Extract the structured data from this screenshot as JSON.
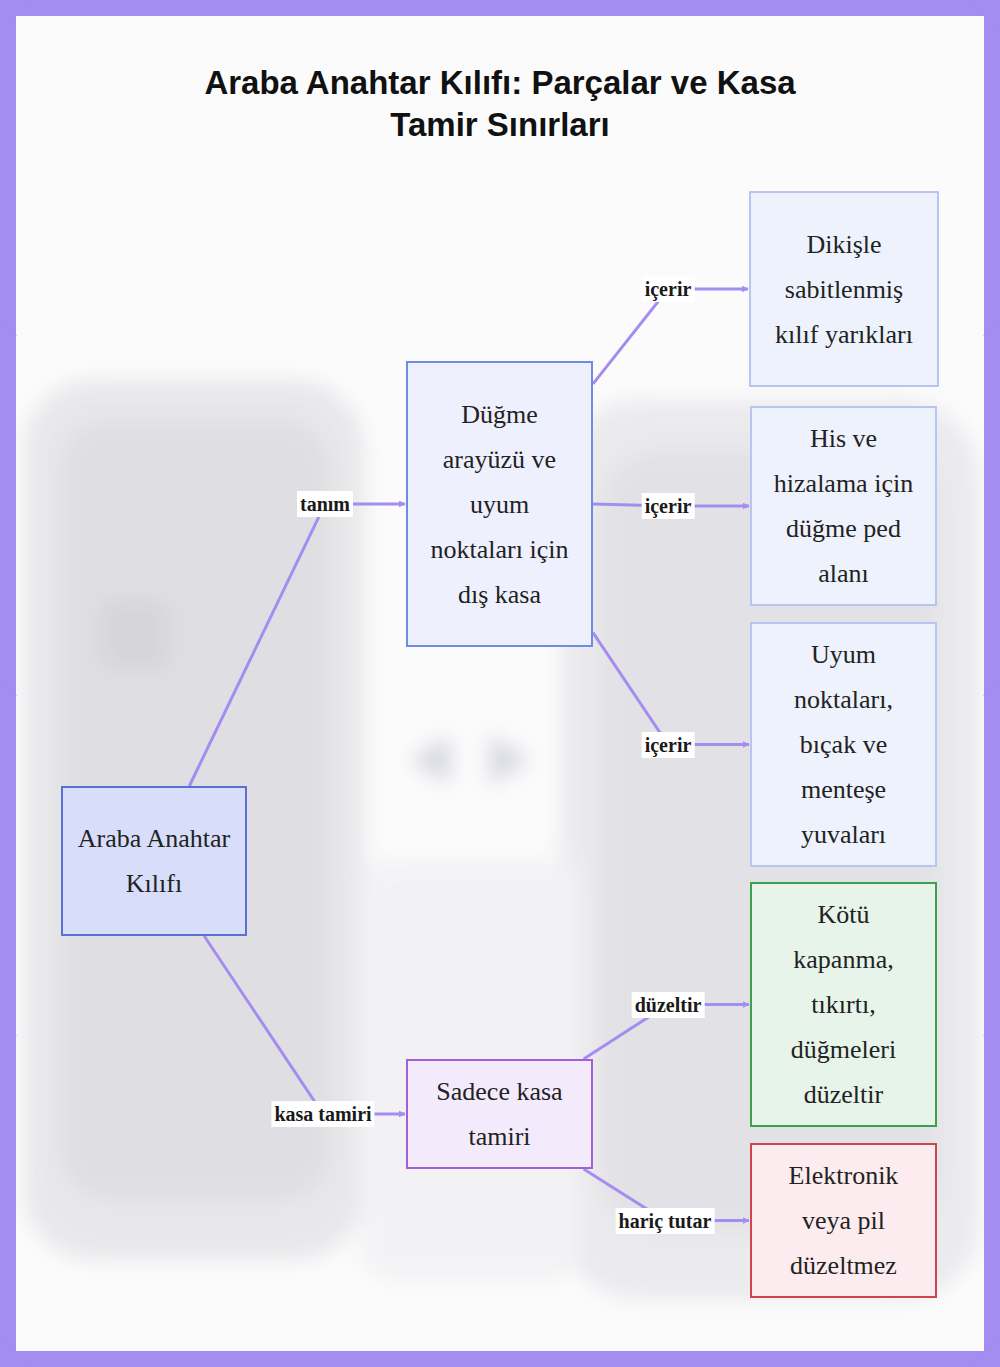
{
  "diagram": {
    "title": "Araba Anahtar Kılıfı: Parçalar ve Kasa Tamir Sınırları",
    "nodes": [
      {
        "text": [
          "Araba Anahtar Kılıfı"
        ]
      },
      {
        "text": [
          "Düğme arayüzü ve uyum noktaları için dış kasa"
        ]
      },
      {
        "text": [
          "Dikişle sabitlenmiş kılıf yarıkları"
        ]
      },
      {
        "text": [
          "His ve hizalama için düğme ped alanı"
        ]
      },
      {
        "text": [
          "Uyum noktaları, bıçak ve menteşe yuvaları"
        ]
      },
      {
        "text": [
          "Sadece kasa tamiri"
        ]
      },
      {
        "text": [
          "Kötü kapanma, tıkırtı, düğmeleri düzeltir"
        ]
      },
      {
        "text": [
          "Elektronik veya pil düzeltmez"
        ]
      }
    ],
    "edges": [
      {
        "from": 0,
        "to": 1,
        "label": "tanım",
        "arrow": "to"
      },
      {
        "from": 1,
        "to": 2,
        "label": "içerir",
        "arrow": "to"
      },
      {
        "from": 1,
        "to": 3,
        "label": "içerir",
        "arrow": "to"
      },
      {
        "from": 1,
        "to": 4,
        "label": "içerir",
        "arrow": "to"
      },
      {
        "from": 0,
        "to": 5,
        "label": "kasa tamiri",
        "arrow": "to"
      },
      {
        "from": 5,
        "to": 6,
        "label": "düzeltir",
        "arrow": "to"
      },
      {
        "from": 5,
        "to": 7,
        "label": "hariç tutar",
        "arrow": "to"
      }
    ]
  }
}
